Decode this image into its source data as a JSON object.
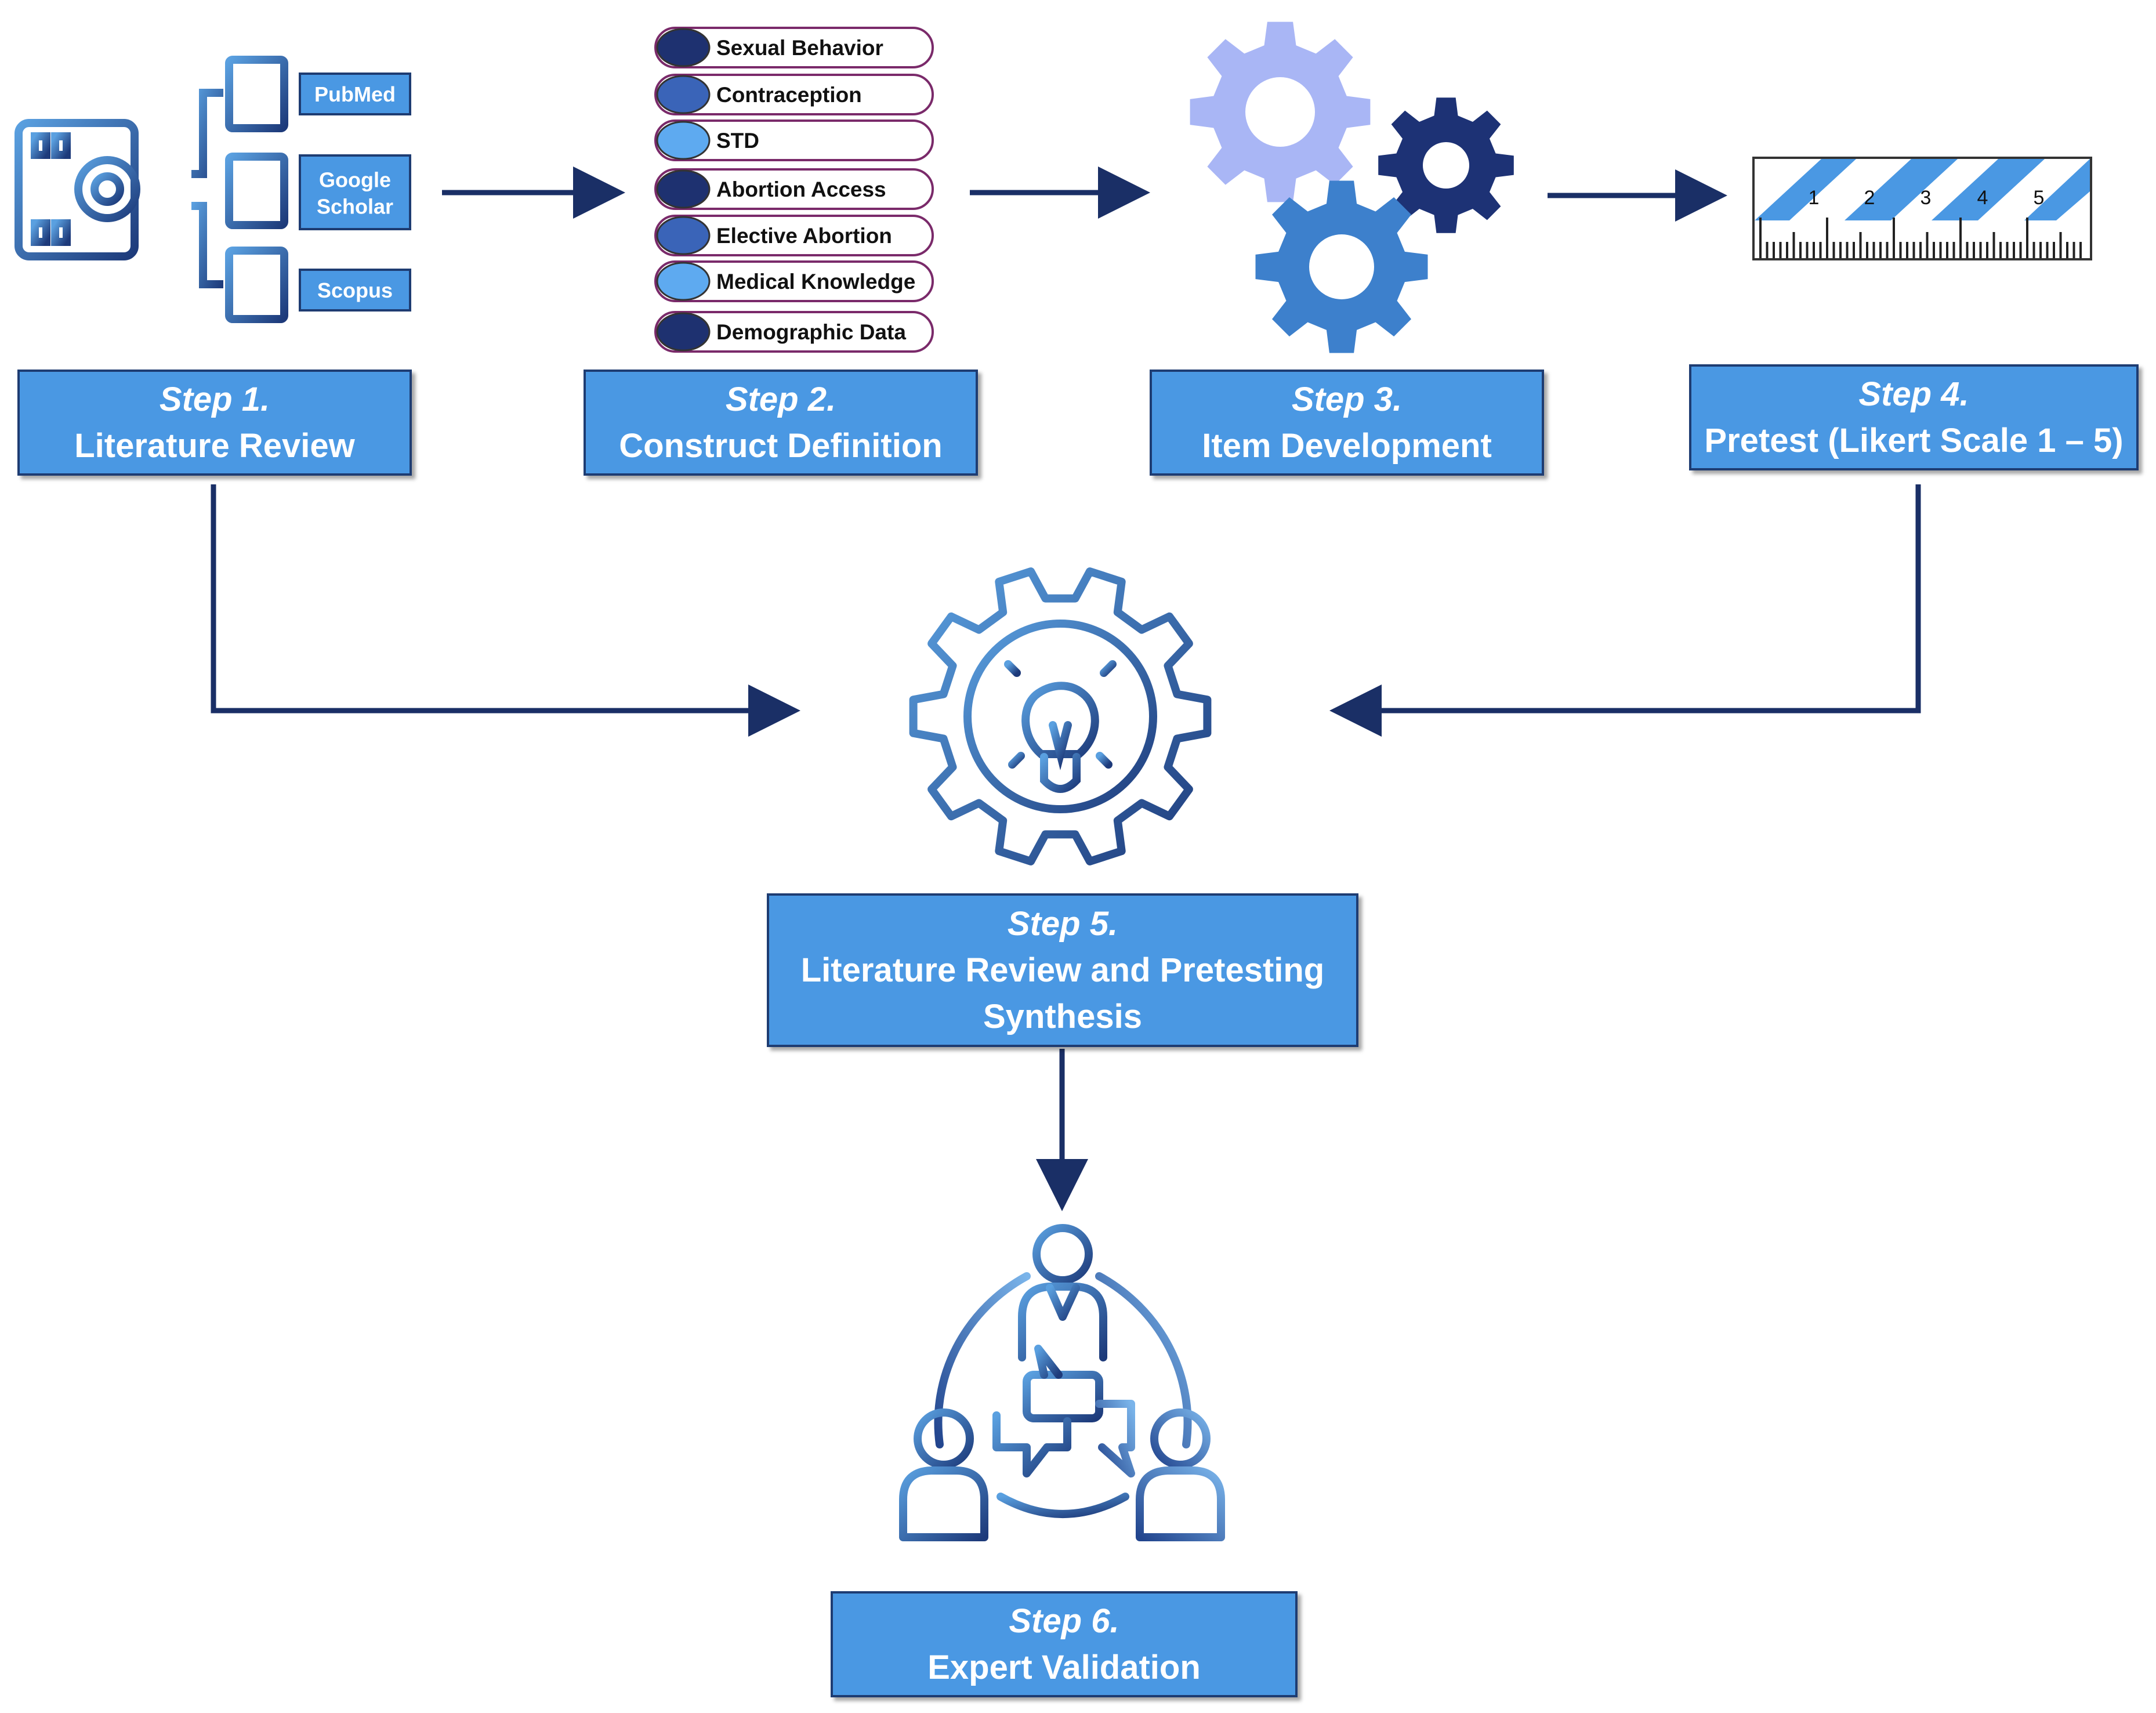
{
  "sources": [
    "PubMed",
    "Google\nScholar",
    "Scopus"
  ],
  "constructs": [
    {
      "label": "Sexual Behavior",
      "color": "#1e3170"
    },
    {
      "label": "Contraception",
      "color": "#3a64b8"
    },
    {
      "label": "STD",
      "color": "#5eaaf0"
    },
    {
      "label": "Abortion Access",
      "color": "#1e3170"
    },
    {
      "label": "Elective Abortion",
      "color": "#3a64b8"
    },
    {
      "label": "Medical Knowledge",
      "color": "#5eaaf0"
    },
    {
      "label": "Demographic Data",
      "color": "#1e3170"
    }
  ],
  "likert_scale": [
    "1",
    "2",
    "3",
    "4",
    "5"
  ],
  "steps": {
    "s1": {
      "num": "Step 1.",
      "label": "Literature Review"
    },
    "s2": {
      "num": "Step 2.",
      "label": "Construct Definition"
    },
    "s3": {
      "num": "Step 3.",
      "label": "Item Development"
    },
    "s4": {
      "num": "Step 4.",
      "label": "Pretest (Likert Scale 1 – 5)"
    },
    "s5": {
      "num": "Step 5.",
      "label": "Literature Review and Pretesting Synthesis"
    },
    "s6": {
      "num": "Step 6.",
      "label": "Expert Validation"
    }
  },
  "colors": {
    "box_fill": "#4a98e3",
    "box_border": "#1e3c72",
    "arrow": "#1a2f66",
    "gear_light": "#a9b6f5",
    "gear_dark": "#1d3275",
    "gear_mid": "#3d80cc",
    "pill_border": "#7a2a6a"
  }
}
